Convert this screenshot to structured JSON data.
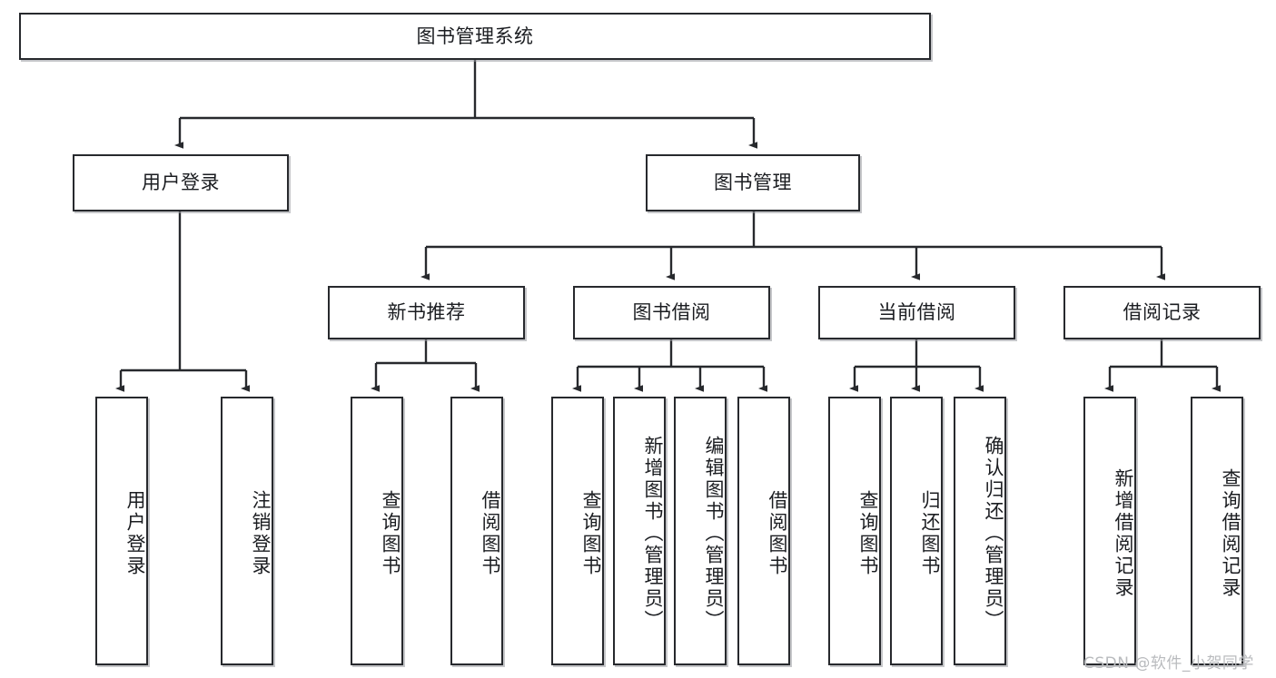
{
  "diagram": {
    "title": "图书管理系统",
    "type": "tree-hierarchy",
    "root": {
      "label": "图书管理系统"
    },
    "level2": [
      {
        "label": "用户登录"
      },
      {
        "label": "图书管理"
      }
    ],
    "level3": [
      {
        "label": "新书推荐"
      },
      {
        "label": "图书借阅"
      },
      {
        "label": "当前借阅"
      },
      {
        "label": "借阅记录"
      }
    ],
    "leaves": {
      "user_login": [
        {
          "label": "用户登录"
        },
        {
          "label": "注销登录"
        }
      ],
      "new_book_recommend": [
        {
          "label": "查询图书"
        },
        {
          "label": "借阅图书"
        }
      ],
      "book_borrow": [
        {
          "label": "查询图书"
        },
        {
          "label": "新增图书（管理员）"
        },
        {
          "label": "编辑图书（管理员）"
        },
        {
          "label": "借阅图书"
        }
      ],
      "current_borrow": [
        {
          "label": "查询图书"
        },
        {
          "label": "归还图书"
        },
        {
          "label": "确认归还（管理员）"
        }
      ],
      "borrow_record": [
        {
          "label": "新增借阅记录"
        },
        {
          "label": "查询借阅记录"
        }
      ]
    }
  },
  "watermark": {
    "text": "CSDN @软件_小贺同学"
  },
  "colors": {
    "border": "#27292d",
    "background": "#ffffff",
    "text": "#1b1d21",
    "watermark": "#b9bbbe",
    "shadow": "#96989c"
  }
}
